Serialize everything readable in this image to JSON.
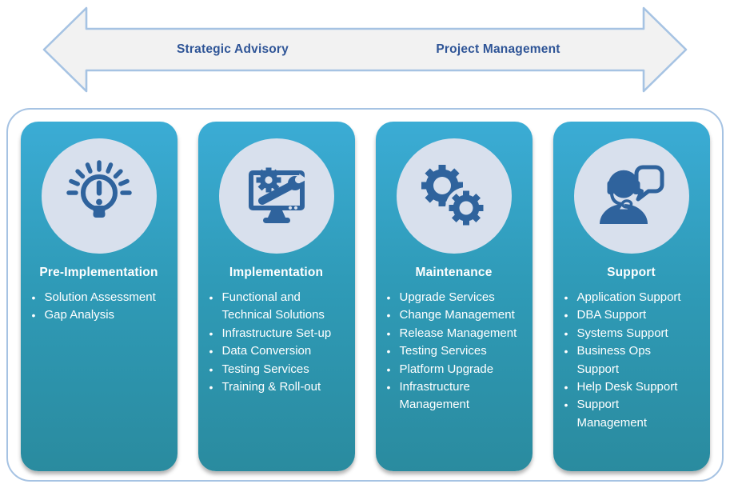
{
  "arrow": {
    "left_label": "Strategic Advisory",
    "right_label": "Project Management"
  },
  "cards": [
    {
      "title": "Pre-Implementation",
      "icon": "idea-bulb-icon",
      "items": [
        "Solution Assessment",
        "Gap Analysis"
      ]
    },
    {
      "title": "Implementation",
      "icon": "monitor-configuration-icon",
      "items": [
        "Functional and\nTechnical Solutions",
        "Infrastructure Set-up",
        "Data Conversion",
        "Testing Services",
        "Training & Roll-out"
      ]
    },
    {
      "title": "Maintenance",
      "icon": "gears-icon",
      "items": [
        "Upgrade Services",
        "Change Management",
        "Release Management",
        "Testing Services",
        "Platform Upgrade",
        "Infrastructure\nManagement"
      ]
    },
    {
      "title": "Support",
      "icon": "headset-agent-icon",
      "items": [
        "Application Support",
        "DBA Support",
        "Systems Support",
        "Business Ops\nSupport",
        "Help Desk Support",
        "Support\nManagement"
      ]
    }
  ],
  "colors": {
    "cardTop": "#3BACD5",
    "cardMid": "#2F9BB8",
    "cardBottom": "#2A8B9F",
    "iconBlue": "#2F639D",
    "circleBg": "#D8E0ED",
    "arrowFill": "#F2F2F2",
    "arrowBorder": "#A6C3E3",
    "labelBlue": "#2F5597",
    "panelBorder": "#A6C3E3",
    "textWhite": "#FFFFFF"
  }
}
